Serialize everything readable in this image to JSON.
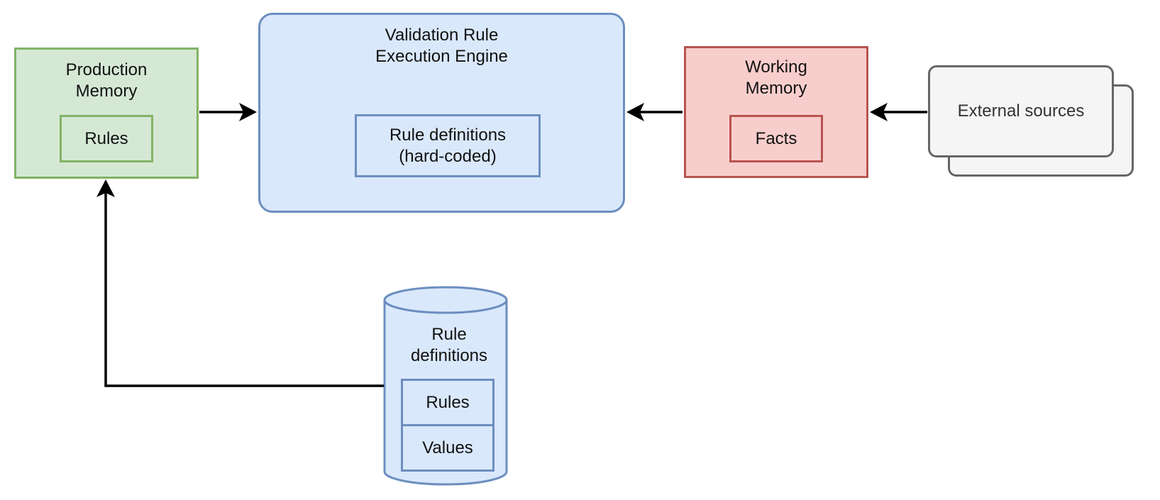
{
  "production_memory": {
    "title_lines": [
      "Production",
      "Memory"
    ],
    "inner_label": "Rules"
  },
  "engine": {
    "title_lines": [
      "Validation Rule",
      "Execution Engine"
    ],
    "inner_lines": [
      "Rule definitions",
      "(hard-coded)"
    ]
  },
  "working_memory": {
    "title_lines": [
      "Working",
      "Memory"
    ],
    "inner_label": "Facts"
  },
  "external_sources": {
    "label": "External sources"
  },
  "database": {
    "title_lines": [
      "Rule",
      "definitions"
    ],
    "items": [
      "Rules",
      "Values"
    ]
  },
  "colors": {
    "green_fill": "#d5e8d4",
    "green_stroke": "#82b366",
    "blue_fill": "#dae8fc",
    "blue_stroke": "#6c8ebf",
    "red_fill": "#f8cecc",
    "red_stroke": "#b85450",
    "gray_fill": "#f5f5f5",
    "gray_stroke": "#666666",
    "arrow": "#000000"
  }
}
